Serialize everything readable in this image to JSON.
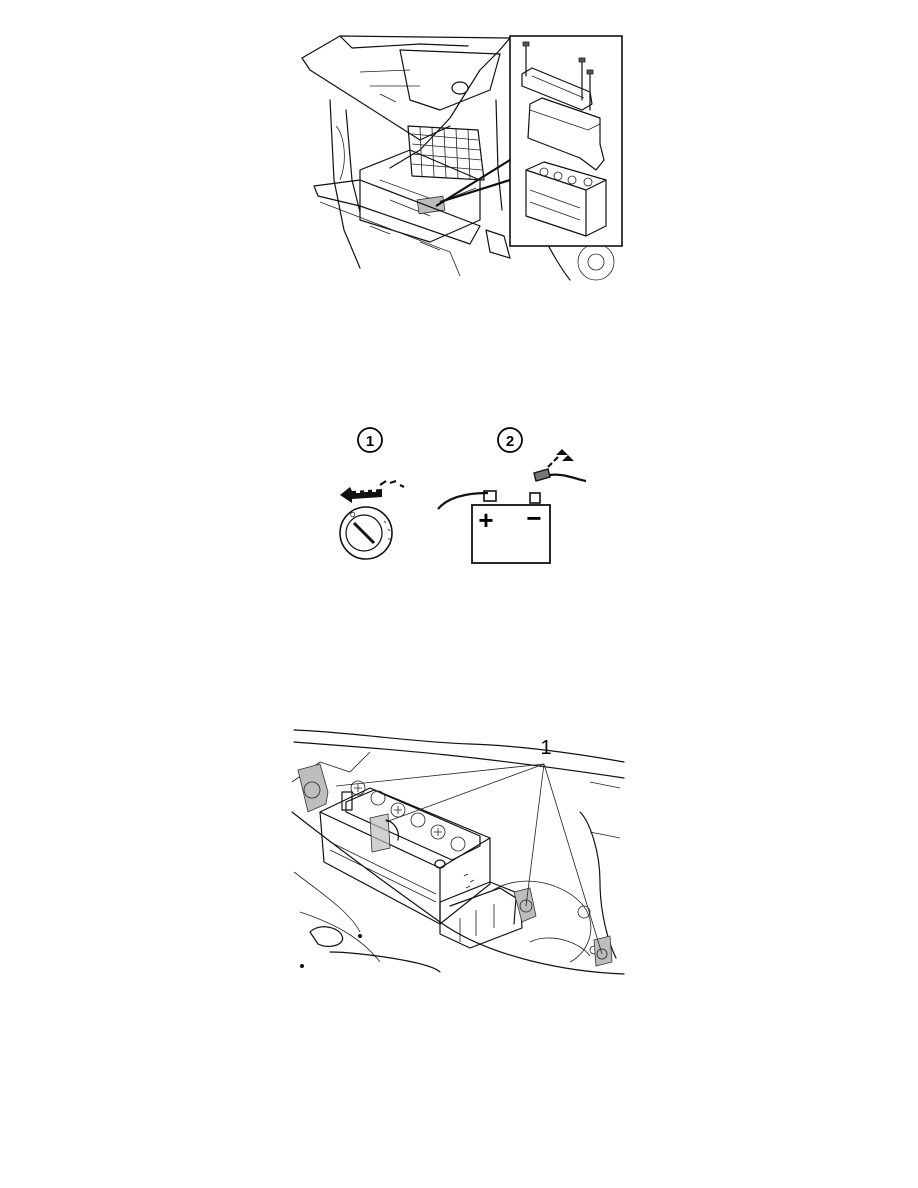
{
  "figures": {
    "trunk": {
      "icon": "car-trunk-battery-illustration"
    },
    "steps": {
      "step1": {
        "number": "1",
        "icon": "ignition-key-off-icon"
      },
      "step2": {
        "number": "2",
        "icon": "battery-negative-disconnect-icon",
        "plus": "+",
        "minus": "−"
      }
    },
    "bay": {
      "callout": "1",
      "icon": "battery-mounting-bay-illustration"
    }
  }
}
